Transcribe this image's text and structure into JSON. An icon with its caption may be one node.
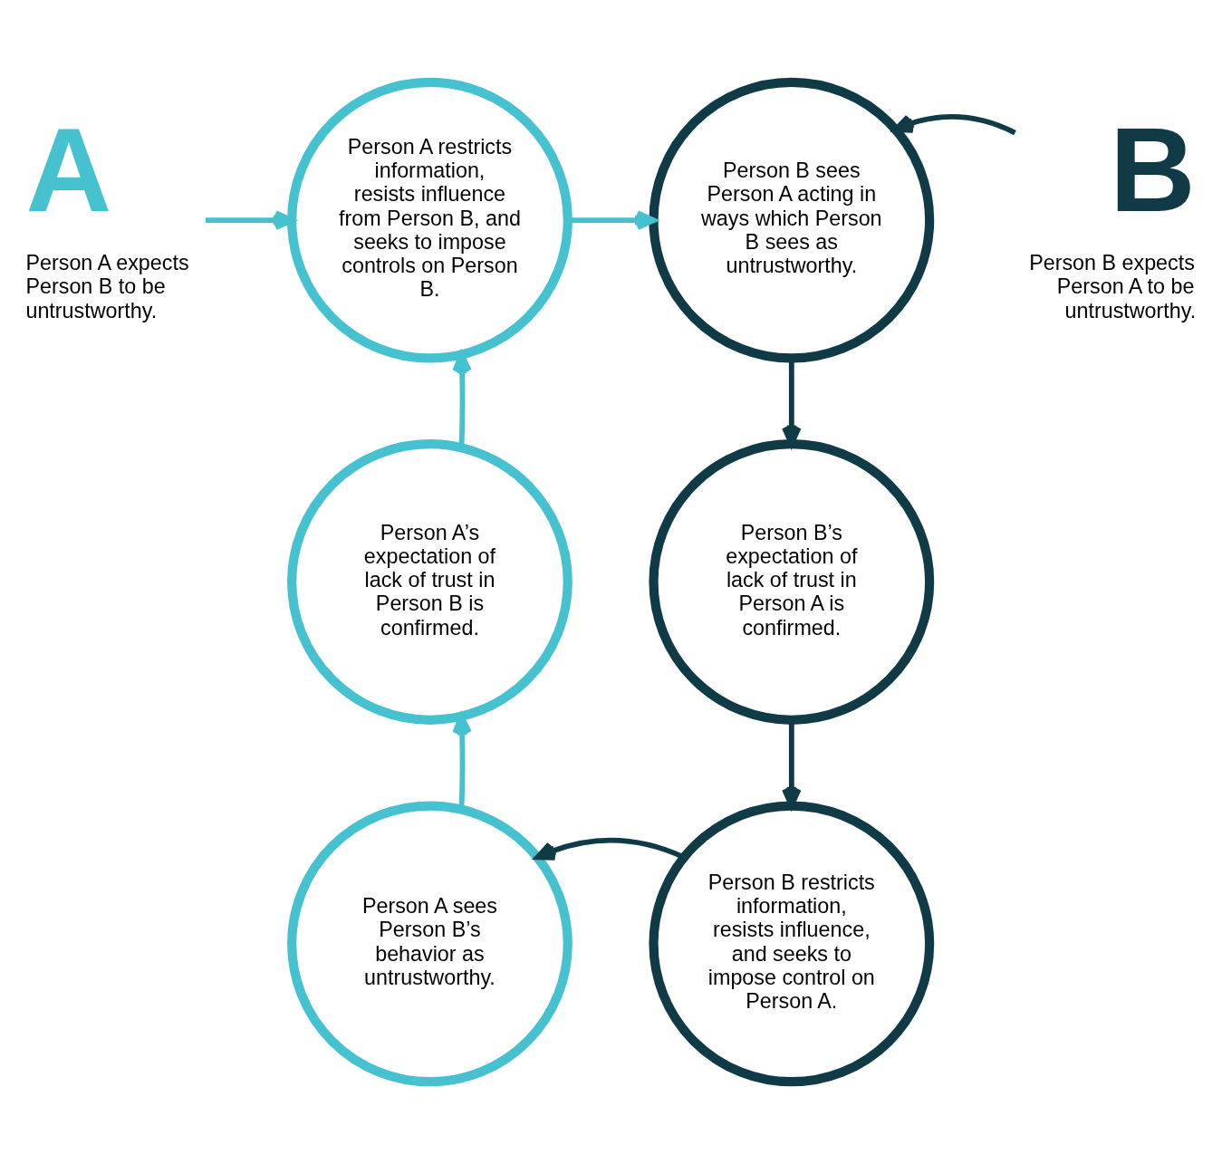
{
  "diagram": {
    "nodes": [
      {
        "text": [
          "A"
        ],
        "beside": [
          "Person A expects Person B to be untrustworthy."
        ]
      },
      {
        "text": [
          "Person A restricts information, resists influence from Person B, and seeks to impose controls on Person B."
        ]
      },
      {
        "text": [
          "Person B sees Person A acting in ways which Person B sees as untrustworthy."
        ]
      },
      {
        "text": [
          "B"
        ],
        "beside": [
          "Person B expects Person A to be untrustworthy."
        ]
      },
      {
        "text": [
          "Person B’s expectation of lack of trust in Person A is confirmed."
        ]
      },
      {
        "text": [
          "Person B restricts information, resists influence, and seeks to impose control on Person A."
        ]
      },
      {
        "text": [
          "Person A sees Person B’s behavior as untrustworthy."
        ]
      },
      {
        "text": [
          "Person A’s expectation of lack of trust in Person B is confirmed."
        ]
      }
    ],
    "edges": [
      {
        "from": 0,
        "to": 1,
        "arrow": "to",
        "color": "#45c1d0"
      },
      {
        "from": 1,
        "to": 2,
        "arrow": "to",
        "color": "#45c1d0"
      },
      {
        "from": 3,
        "to": 2,
        "arrow": "to",
        "color": "#113a47"
      },
      {
        "from": 2,
        "to": 4,
        "arrow": "to",
        "color": "#113a47"
      },
      {
        "from": 4,
        "to": 5,
        "arrow": "to",
        "color": "#113a47"
      },
      {
        "from": 5,
        "to": 6,
        "arrow": "to",
        "color": "#113a47"
      },
      {
        "from": 6,
        "to": 7,
        "arrow": "to",
        "color": "#45c1d0"
      },
      {
        "from": 7,
        "to": 1,
        "arrow": "to",
        "color": "#45c1d0"
      }
    ]
  }
}
